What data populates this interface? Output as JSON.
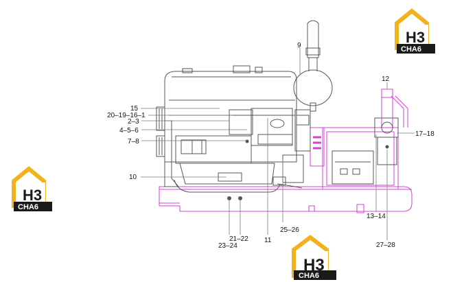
{
  "brand": {
    "mark": "H3",
    "wordmark": "CHA6",
    "accent": "#f2b21c",
    "dark": "#1a1a1a"
  },
  "colors": {
    "engine": "#555555",
    "frame": "#d63fd6",
    "leader": "#7a7a7a"
  },
  "labels": {
    "l9": "9",
    "l12": "12",
    "l15": "15",
    "l20_19_16_1": "20–19–16–1",
    "l2_3": "2–3",
    "l4_5_6": "4–5–6",
    "l7_8": "7–8",
    "l10": "10",
    "l17_18": "17–18",
    "l13_14": "13–14",
    "l25_26": "25–26",
    "l11": "11",
    "l21_22": "21–22",
    "l23_24": "23–24",
    "l27_28": "27–28"
  }
}
